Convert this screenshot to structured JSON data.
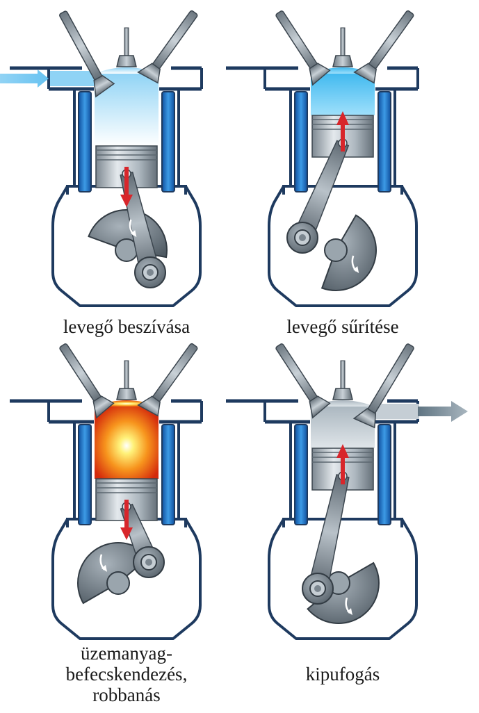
{
  "panels": [
    {
      "caption_lines": [
        "levegő beszívása"
      ],
      "state": "intake",
      "piston": "down",
      "gas": "air",
      "flow": "in"
    },
    {
      "caption_lines": [
        "levegő sűrítése"
      ],
      "state": "compression",
      "piston": "up",
      "gas": "compressed",
      "flow": "none"
    },
    {
      "caption_lines": [
        "üzemanyag-",
        "befecskendezés,",
        "robbanás"
      ],
      "state": "combustion",
      "piston": "down",
      "gas": "fire",
      "flow": "none"
    },
    {
      "caption_lines": [
        "kipufogás"
      ],
      "state": "exhaust",
      "piston": "up",
      "gas": "exhaust",
      "flow": "out"
    }
  ],
  "colors": {
    "outline": "#1e3a5f",
    "coolant": "#1f73c9",
    "air": "#8fd3f5",
    "compressed": "#55c4f0",
    "exhaust": "#b8c4cc",
    "metal_light": "#cfd6dc",
    "metal_dark": "#6f7b85",
    "arrow_red": "#d8262b",
    "flow_in": "#74c8f2",
    "flow_out": "#7f929f",
    "fire_outer": "#e83a10",
    "fire_inner": "#fff27a"
  },
  "icons": {
    "piston_motion": "red-motion-arrow",
    "rotation": "rotation-arrow-icon",
    "intake_flow": "intake-flow-arrow",
    "exhaust_flow": "exhaust-flow-arrow"
  }
}
